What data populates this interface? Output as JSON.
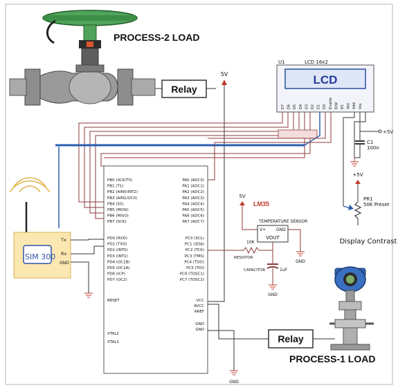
{
  "loads": {
    "process2": "PROCESS-2 LOAD",
    "process1": "PROCESS-1 LOAD"
  },
  "relay_label": "Relay",
  "power": {
    "vcc": "5V",
    "vplus": "+5V"
  },
  "ground": "GND",
  "lcd": {
    "designator": "U1",
    "model": "LCD 16x2",
    "text": "LCD",
    "pins": [
      "D7",
      "D6",
      "D5",
      "D4",
      "D3",
      "D2",
      "D1",
      "D0",
      "Enable",
      "R/W",
      "RS",
      "Vee",
      "Vdd",
      "Vss"
    ]
  },
  "capacitor_c1": {
    "name": "C1",
    "value": "100n",
    "rail": "+5V"
  },
  "preset": {
    "name": "PR1",
    "value": "50K Preset",
    "caption": "Display Contrast"
  },
  "mcu": {
    "left_pins": [
      "PB0 (XCK/T0)",
      "PB1 (T1)",
      "PB2 (AIN0/INT2)",
      "PB3 (AIN1/OC0)",
      "PB4 (SS)",
      "PB5 (MOSI)",
      "PB6 (MISO)",
      "PB7 (SCK)",
      "PD0 (RXD)",
      "PD1 (TXD)",
      "PD2 (INT0)",
      "PD3 (INT1)",
      "PD4 (OC1B)",
      "PD5 (OC1A)",
      "PD6 (ICP)",
      "PD7 (OC2)",
      "RESET",
      "XTAL2",
      "XTAL1"
    ],
    "right_pins": [
      "PA0 (ADC0)",
      "PA1 (ADC1)",
      "PA2 (ADC2)",
      "PA3 (ADC3)",
      "PA4 (ADC4)",
      "PA5 (ADC5)",
      "PA6 (ADC6)",
      "PA7 (ADC7)",
      "PC0 (SCL)",
      "PC1 (SDA)",
      "PC2 (TCK)",
      "PC3 (TMS)",
      "PC4 (TDO)",
      "PC5 (TDI)",
      "PC6 (TOSC1)",
      "PC7 (TOSC2)",
      "VCC",
      "AVCC",
      "AREF",
      "GND",
      "GND"
    ]
  },
  "sensor": {
    "name": "LM35",
    "title": "TEMPERATURE SENSOR",
    "pin_vplus": "V+",
    "pin_gnd": "GND",
    "pin_vout": "VOUT",
    "resistor_value": "10K",
    "resistor_label": "RESISTOR",
    "capacitor_label": "CAPACITOR",
    "capacitor_value": "1uF"
  },
  "sim": {
    "label": "SIM 300",
    "tx": "Tx",
    "rx": "Rx",
    "gnd": "GND"
  },
  "colors": {
    "wire_blue": "#2a5db0",
    "wire_maroon": "#8b3a3a",
    "sim_box": "#fbe7b0",
    "sim_text": "#2f55a8",
    "lcd_screen": "#dfe6f7",
    "lcd_text": "#1f3a9a",
    "supply_red": "#c0392b"
  },
  "icons": {
    "valve": "control-valve-icon",
    "transmitter": "pressure-transmitter-icon",
    "antenna": "antenna-icon"
  }
}
